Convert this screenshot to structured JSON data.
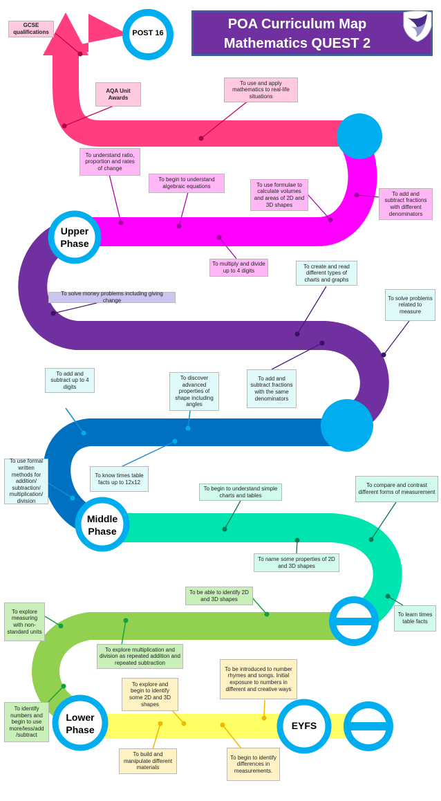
{
  "title": {
    "line1": "POA Curriculum Map",
    "line2": "Mathematics QUEST 2"
  },
  "phases": {
    "post16": "POST 16",
    "upper": "Upper\nPhase",
    "middle": "Middle\nPhase",
    "lower": "Lower\nPhase",
    "eyfs": "EYFS"
  },
  "colors": {
    "title_bg": "#7030a0",
    "circle_blue": "#00aeef",
    "pink_road": "#ff3d7f",
    "magenta_road": "#ff00ff",
    "purple_road": "#7030a0",
    "blue_road": "#0070c0",
    "teal_road": "#00e5b0",
    "green_road": "#92d050",
    "yellow_road": "#ffff66"
  },
  "notes": {
    "gcse": "GCSE qualifications",
    "aqa": "AQA Unit Awards",
    "real_life": "To use and apply mathematics  to real-life situations",
    "ratio": "To understand ratio, proportion and rates of change",
    "algebra": "To begin to understand algebraic equations",
    "volumes": "To use formulae to calculate volumes and areas of 2D and 3D shapes",
    "fractions_diff": "To add and subtract fractions with different denominators",
    "multiply4": "To multiply  and divide up to 4 digits",
    "money": "To solve money problems including giving change",
    "charts_graphs": "To create and read different types of charts and graphs",
    "measure_problems": "To solve problems related to measure",
    "fractions_same": "To add and subtract fractions with the same denominators",
    "add4": "To add and subtract up to 4 digits",
    "shape_props": "To discover advanced properties of shape including angles",
    "formal_methods": "To use formal written methods for addition/ subtraction/ multiplication/ division",
    "times12": "To know times table facts up to 12x12",
    "simple_charts": "To begin to understand simple charts and tables",
    "compare_measure": "To compare and contrast different forms of measurement",
    "name_shapes": "To name some properties of 2D and 3D shapes",
    "identify_shapes": "To be able to identify 2D and 3D shapes",
    "learn_tables": "To learn times table facts",
    "nonstandard": "To explore measuring with non-standard units",
    "mult_division": "To explore multiplication and division as repeated addition and repeated subtraction",
    "identify_numbers": "To identify numbers and begin to use more/less/add /subtract",
    "explore_shapes": "To explore and begin to identify some 2D and 3D shapes",
    "rhymes": "To be introduced to number rhymes and songs.  Initial exposure to numbers in different and creative ways",
    "build": "To build and manipulate different materials",
    "differences": "To begin to identify differences in measurements."
  }
}
